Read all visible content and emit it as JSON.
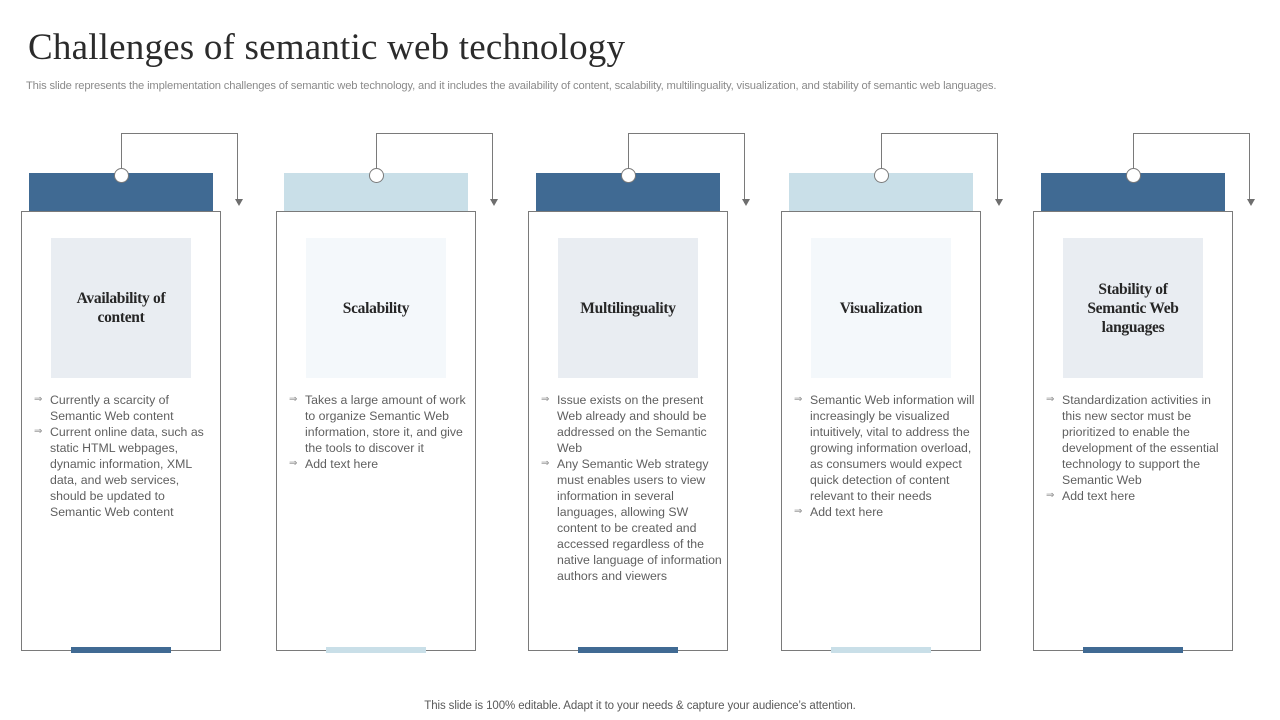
{
  "slide": {
    "title": "Challenges of semantic web technology",
    "subtitle": "This slide represents the implementation challenges of semantic web technology, and it includes the availability of content, scalability, multilinguality, visualization, and stability of semantic web languages.",
    "footer": "This slide is 100% editable. Adapt it to your needs & capture your audience’s attention."
  },
  "colors": {
    "dark_blue": "#406a93",
    "light_blue": "#c9dfe8",
    "label_box_dark": "#e9edf2",
    "label_box_light": "#f4f8fb",
    "border": "#7a7a7a"
  },
  "columns": [
    {
      "label": "Availability of content",
      "theme": "dark",
      "bullets": [
        "Currently a scarcity of Semantic Web content",
        "Current online data, such as static HTML webpages, dynamic information, XML data, and web services, should be updated to Semantic Web content"
      ]
    },
    {
      "label": "Scalability",
      "theme": "light",
      "bullets": [
        "Takes a large amount of work to organize Semantic Web information, store it, and give the tools to discover it",
        "Add text here"
      ]
    },
    {
      "label": "Multilinguality",
      "theme": "dark",
      "bullets": [
        "Issue exists on the present Web already and should be addressed on the Semantic Web",
        "Any Semantic Web strategy must enables users to view information in several languages, allowing SW content to be created and accessed regardless of the native language of information authors and viewers"
      ]
    },
    {
      "label": "Visualization",
      "theme": "light",
      "bullets": [
        "Semantic Web information will increasingly be visualized intuitively, vital to address the growing information overload, as consumers would expect quick detection of content relevant to their needs",
        "Add text here"
      ]
    },
    {
      "label": "Stability of Semantic Web languages",
      "theme": "dark",
      "bullets": [
        "Standardization activities in this new sector must be prioritized to enable the development of the essential technology to support the Semantic Web",
        "Add text here"
      ]
    }
  ],
  "icons": {
    "bullet": "⇒"
  }
}
